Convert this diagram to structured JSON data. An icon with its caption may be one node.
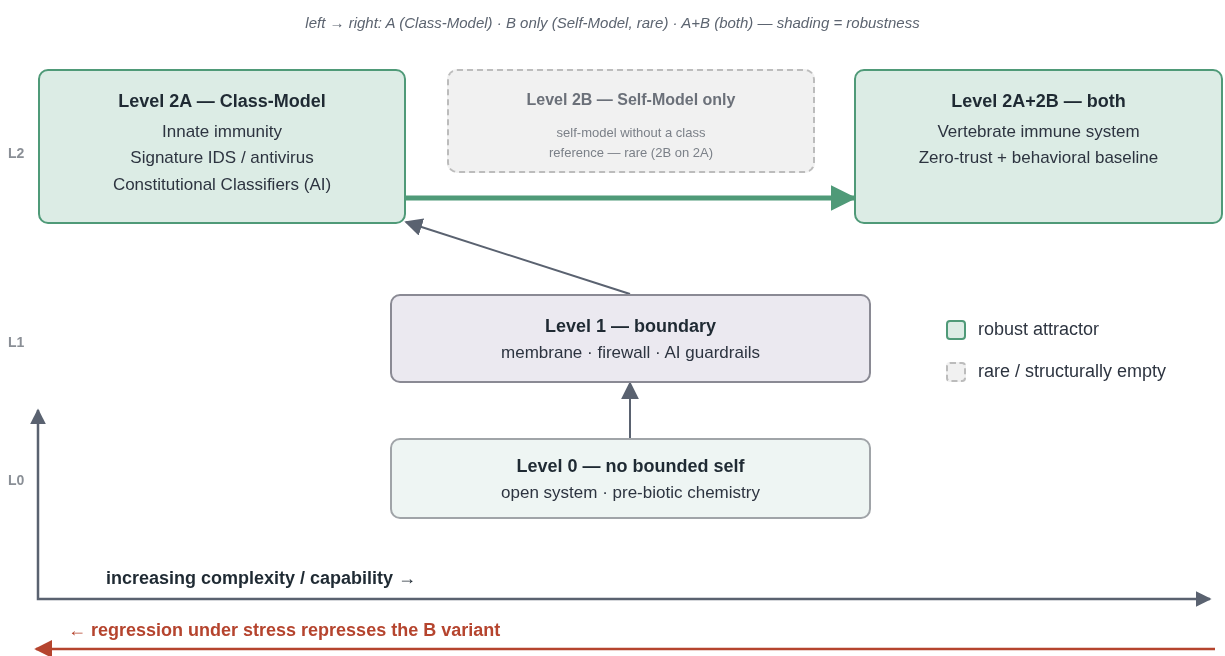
{
  "diagram": {
    "nodes": [
      {
        "text": [
          "Level 2A — Class-Model",
          "Innate immunity",
          "Signature IDS / antivirus",
          "Constitutional Classifiers (AI)"
        ]
      },
      {
        "text": [
          "Level 2B — Self-Model only",
          "self-model without a class reference — rare (2B on 2A)"
        ]
      },
      {
        "text": [
          "Level 2A+2B — both",
          "Vertebrate immune system",
          "Zero-trust + behavioral baseline"
        ]
      },
      {
        "text": [
          "Level 1 — boundary",
          "membrane · firewall · AI guardrails"
        ]
      },
      {
        "text": [
          "Level 0 — no bounded self",
          "open system · pre-biotic chemistry"
        ]
      }
    ],
    "edges": [
      {
        "from": 0,
        "to": 2,
        "arrow": "to",
        "style": "thick",
        "color": "#4f9a78"
      },
      {
        "from": 3,
        "to": 0,
        "arrow": "to"
      },
      {
        "from": 4,
        "to": 3,
        "arrow": "to"
      }
    ],
    "labels": [
      "left → right: A (Class-Model) · B only (Self-Model, rare) · A+B (both) — shading = robustness",
      "L2",
      "L1",
      "L0",
      "increasing complexity / capability →",
      "← regression under stress represses the B variant"
    ],
    "legend": [
      {
        "text": "robust attractor",
        "color": "#dcece5"
      },
      {
        "text": "rare / structurally empty",
        "color": "#f1f1f1"
      }
    ]
  }
}
